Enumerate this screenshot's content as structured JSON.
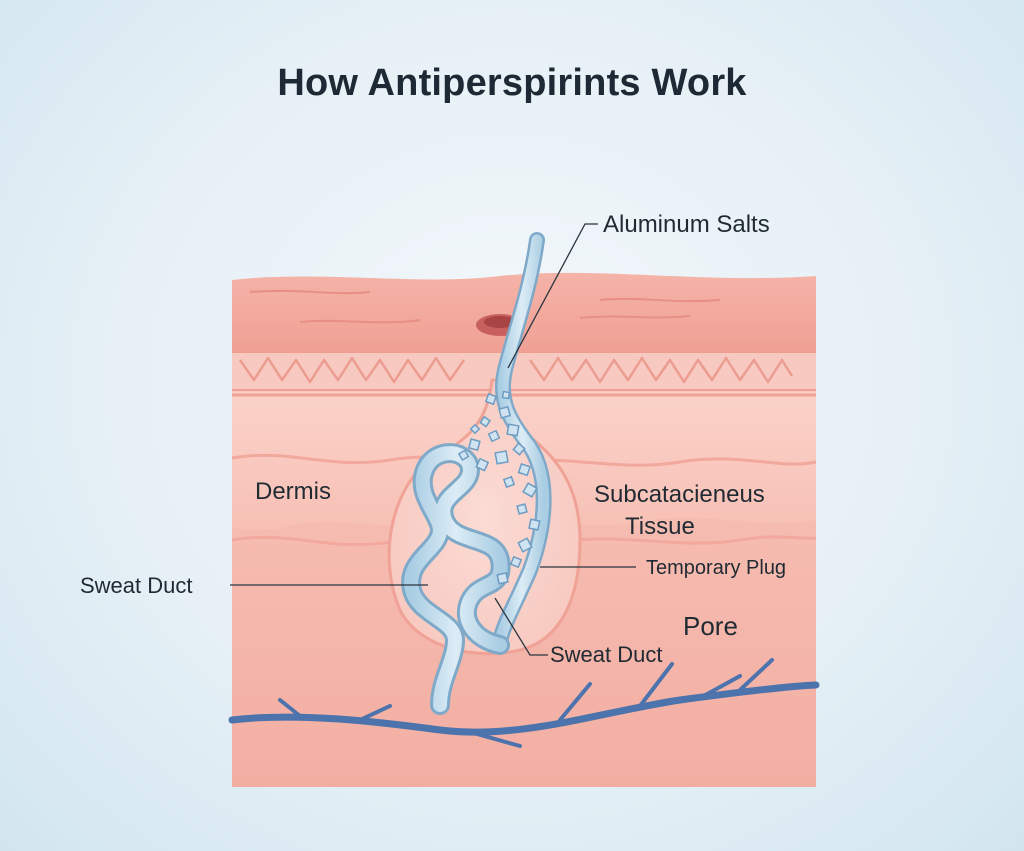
{
  "title": "How Antiperspirints Work",
  "labels": {
    "aluminum_salts": "Aluminum Salts",
    "dermis": "Dermis",
    "subcutaneous_line1": "Subcatacieneus",
    "subcutaneous_line2": "Tissue",
    "sweat_duct_left": "Sweat Duct",
    "temporary_plug": "Temporary Plug",
    "pore": "Pore",
    "sweat_duct_bottom": "Sweat Duct"
  },
  "colors": {
    "skin_surface": "#f3aaa0",
    "skin_dermis": "#f7c2b8",
    "skin_deep": "#f5b7ac",
    "duct": "#bcd9ea",
    "duct_outline": "#7fa9c8",
    "vessel": "#4d73ad"
  }
}
